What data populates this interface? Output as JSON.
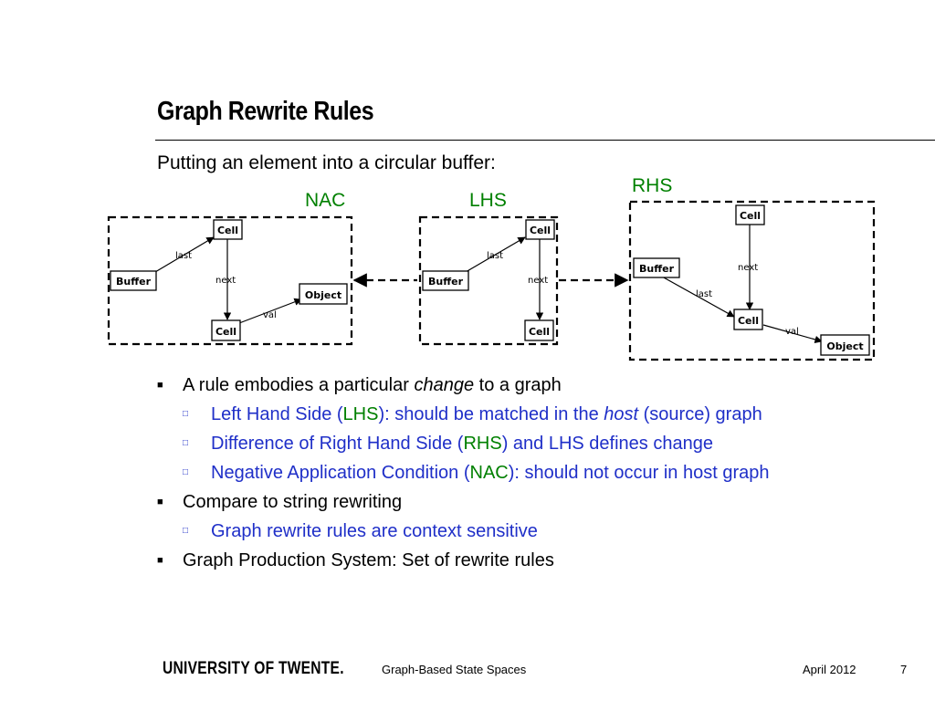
{
  "slide": {
    "title": "Graph Rewrite Rules",
    "subtitle": "Putting an element into a circular buffer:"
  },
  "diagram": {
    "labels": {
      "nac": "NAC",
      "lhs": "LHS",
      "rhs": "RHS"
    },
    "nac": {
      "buffer": "Buffer",
      "cell_top": "Cell",
      "cell_bottom": "Cell",
      "object": "Object",
      "edge_last": "last",
      "edge_next": "next",
      "edge_val": "val"
    },
    "lhs": {
      "buffer": "Buffer",
      "cell_top": "Cell",
      "cell_bottom": "Cell",
      "edge_last": "last",
      "edge_next": "next"
    },
    "rhs": {
      "buffer": "Buffer",
      "cell_top": "Cell",
      "cell_bottom": "Cell",
      "object": "Object",
      "edge_last": "last",
      "edge_next": "next",
      "edge_val": "val"
    }
  },
  "bullets": {
    "b1": {
      "pre": "A rule embodies a particular ",
      "em": "change",
      "post": " to a graph"
    },
    "b1a": {
      "pre": "Left Hand Side (",
      "hl": "LHS",
      "mid": "): should be matched in the ",
      "em": "host",
      "post": " (source) graph"
    },
    "b1b": {
      "pre": "Difference of Right Hand Side (",
      "hl": "RHS",
      "post": ") and LHS defines change"
    },
    "b1c": {
      "pre": "Negative Application Condition (",
      "hl": "NAC",
      "post": "): should not occur in host graph"
    },
    "b2": {
      "text": "Compare to string rewriting"
    },
    "b2a": {
      "text": "Graph rewrite rules are context sensitive"
    },
    "b3": {
      "text": "Graph Production System: Set of rewrite rules"
    }
  },
  "footer": {
    "logo": "UNIVERSITY OF TWENTE.",
    "topic": "Graph-Based State Spaces",
    "date": "April 2012",
    "page": "7"
  }
}
